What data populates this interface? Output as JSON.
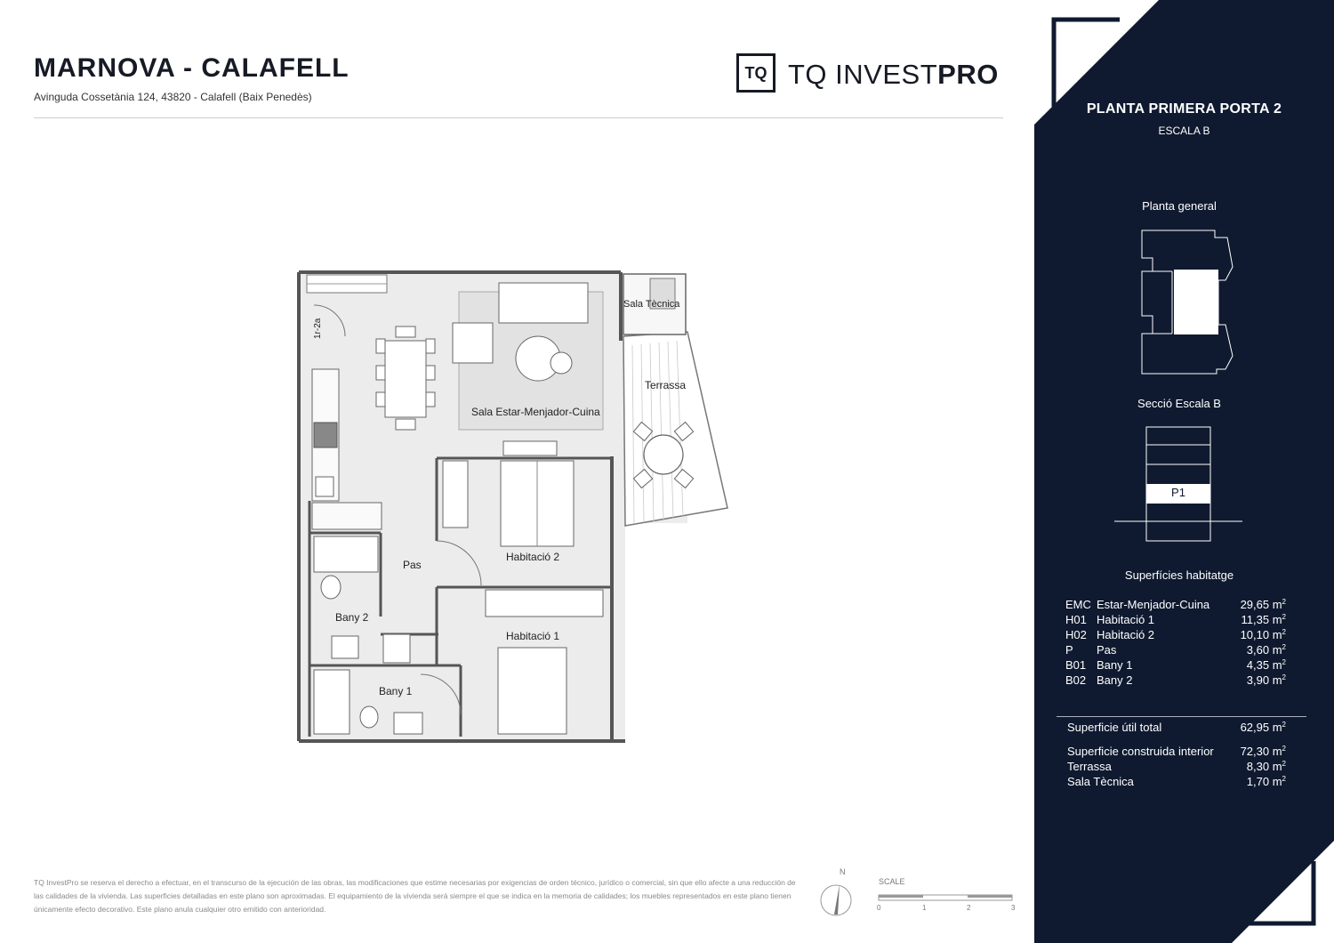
{
  "header": {
    "title": "MARNOVA - CALAFELL",
    "address": "Avinguda Cossetània 124, 43820 - Calafell (Baix Penedès)",
    "logo_mark": "TQ",
    "logo_text_regular": "TQ INVEST",
    "logo_text_bold": "PRO"
  },
  "plan": {
    "rooms": [
      {
        "key": "sala",
        "label": "Sala Estar-Menjador-Cuina"
      },
      {
        "key": "terrassa",
        "label": "Terrassa"
      },
      {
        "key": "sala_tecnica",
        "label": "Sala Tècnica"
      },
      {
        "key": "hab2",
        "label": "Habitació 2"
      },
      {
        "key": "pas",
        "label": "Pas"
      },
      {
        "key": "bany2",
        "label": "Bany 2"
      },
      {
        "key": "hab1",
        "label": "Habitació 1"
      },
      {
        "key": "bany1",
        "label": "Bany 1"
      }
    ],
    "code": "1r-2a"
  },
  "panel": {
    "title": "PLANTA PRIMERA PORTA 2",
    "subtitle": "ESCALA B",
    "general_caption": "Planta general",
    "section_caption": "Secció Escala B",
    "floor_label": "P1",
    "surfaces_caption": "Superfícies habitatge",
    "surfaces": [
      {
        "code": "EMC",
        "name": "Estar-Menjador-Cuina",
        "value": "29,65 m",
        "unit_sup": "2"
      },
      {
        "code": "H01",
        "name": "Habitació 1",
        "value": "11,35 m",
        "unit_sup": "2"
      },
      {
        "code": "H02",
        "name": "Habitació 2",
        "value": "10,10 m",
        "unit_sup": "2"
      },
      {
        "code": "P",
        "name": "Pas",
        "value": "3,60 m",
        "unit_sup": "2"
      },
      {
        "code": "B01",
        "name": "Bany 1",
        "value": "4,35 m",
        "unit_sup": "2"
      },
      {
        "code": "B02",
        "name": "Bany 2",
        "value": "3,90 m",
        "unit_sup": "2"
      }
    ],
    "totals": [
      {
        "name": "Superficie útil total",
        "value": "62,95 m",
        "unit_sup": "2"
      },
      {
        "name": "Superficie construida interior",
        "value": "72,30 m",
        "unit_sup": "2"
      },
      {
        "name": "Terrassa",
        "value": "8,30 m",
        "unit_sup": "2"
      },
      {
        "name": "Sala Tècnica",
        "value": "1,70 m",
        "unit_sup": "2"
      }
    ]
  },
  "footer": {
    "disclaimer": "TQ InvestPro se reserva el derecho a efectuar, en el transcurso de la ejecución de las obras, las modificaciones que estime necesarias por exigencias de orden técnico, jurídico o comercial, sin que ello afecte a una reducción de las calidades de la vivienda. Las superficies detalladas en este plano son aproximadas. El equipamiento de la vivienda será siempre el que se indica en la memoria de calidades; los muebles representados en este plano tienen únicamente efecto decorativo. Este plano anula cualquier otro emitido con anterioridad.",
    "north_label": "N",
    "scale_label": "SCALE",
    "scale_ticks": [
      "0",
      "1",
      "2",
      "3"
    ]
  },
  "colors": {
    "panel_bg": "#0f1a30",
    "plan_floor": "#ececec",
    "wall": "#555555"
  }
}
